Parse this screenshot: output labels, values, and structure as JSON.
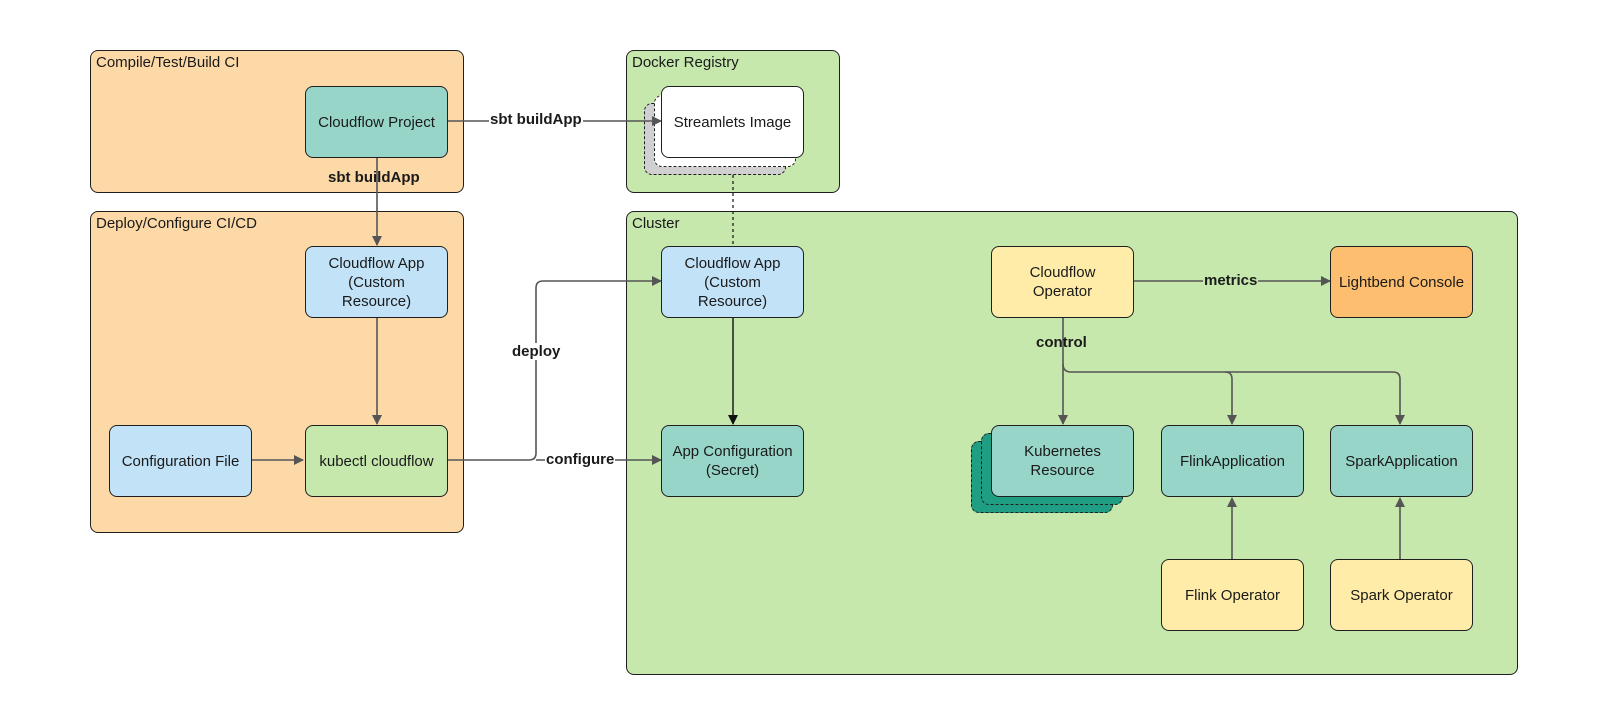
{
  "colors": {
    "orange_group": "#fdd9a8",
    "green_group": "#c6e8ad",
    "teal_node": "#97d5c9",
    "blue_node": "#c1e2f7",
    "yellow_node": "#feeca8",
    "green_node": "#c6e8ad",
    "orange_node": "#fdbf6f",
    "white_node": "#ffffff",
    "stack_gray": "#d0d0d0",
    "stack_teal": "#1f9e83",
    "edge": "#555555"
  },
  "groups": {
    "build_ci": "Compile/Test/Build CI",
    "deploy_ci": "Deploy/Configure CI/CD",
    "docker_registry": "Docker Registry",
    "cluster": "Cluster"
  },
  "nodes": {
    "cloudflow_project": "Cloudflow Project",
    "streamlets_image": "Streamlets Image",
    "cloudflow_app_ci": "Cloudflow App\n(Custom\nResource)",
    "configuration_file": "Configuration File",
    "kubectl_cloudflow": "kubectl cloudflow",
    "cloudflow_app_cluster": "Cloudflow App\n(Custom\nResource)",
    "app_configuration": "App Configuration\n(Secret)",
    "cloudflow_operator": "Cloudflow\nOperator",
    "lightbend_console": "Lightbend Console",
    "kubernetes_resource": "Kubernetes\nResource",
    "flink_application": "FlinkApplication",
    "spark_application": "SparkApplication",
    "flink_operator": "Flink Operator",
    "spark_operator": "Spark Operator"
  },
  "edge_labels": {
    "sbt_build_right": "sbt buildApp",
    "sbt_build_down": "sbt buildApp",
    "deploy": "deploy",
    "configure": "configure",
    "metrics": "metrics",
    "control": "control"
  }
}
